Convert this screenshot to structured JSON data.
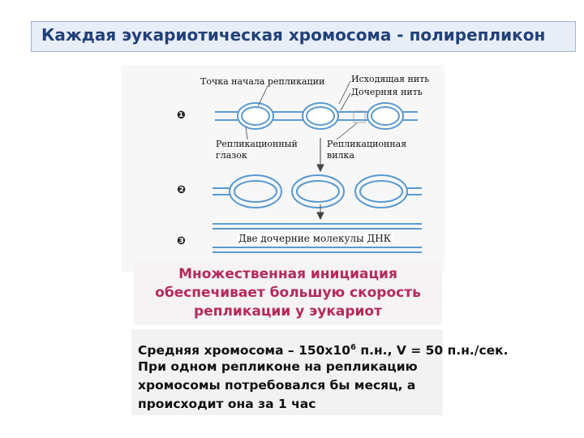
{
  "header": {
    "title": "Каждая эукариотическая хромосома - полирепликон"
  },
  "figure": {
    "labels": {
      "origin": "Точка начала репликации",
      "parent_strand": "Исходящая нить",
      "daughter_strand": "Дочерняя нить",
      "bubble_line1": "Репликационный",
      "bubble_line2": "глазок",
      "fork_line1": "Репликационная",
      "fork_line2": "вилка",
      "daughters": "Две дочерние молекулы ДНК"
    },
    "steps": [
      "❶",
      "❷",
      "❸"
    ]
  },
  "highlight": {
    "line1": "Множественная инициация",
    "line2": "обеспечивает большую скорость",
    "line3": "репликации у эукариот"
  },
  "info": {
    "line1_pre": "Средняя хромосома – 150х10",
    "line1_sup": "6",
    "line1_post": " п.н., V = 50 п.н./сек.",
    "line2": "При одном репликоне на репликацию",
    "line3": "хромосомы потребовался бы месяц, а",
    "line4": "происходит она за 1 час"
  },
  "colors": {
    "title_text": "#22407a",
    "title_bg": "#e7eef7",
    "highlight_text": "#b52a58",
    "dna_strand": "#5a9ad0"
  }
}
